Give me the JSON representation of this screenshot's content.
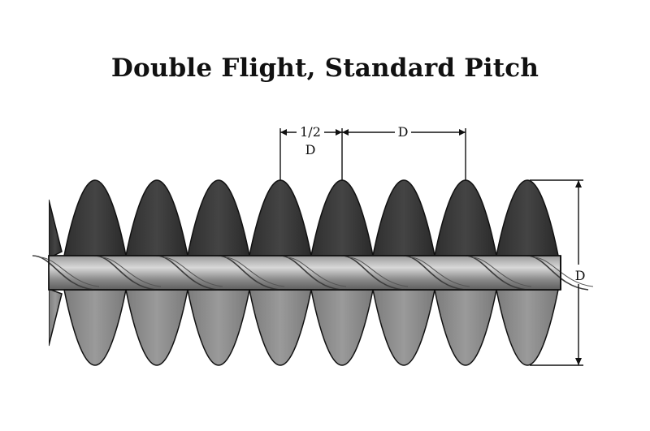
{
  "title": "Double Flight, Standard Pitch",
  "labels": {
    "half_pitch_top": "1/2",
    "half_pitch_bottom": "D",
    "pitch": "D",
    "diameter": "D"
  },
  "colors": {
    "flight_dark": "#3a3a3a",
    "flight_light": "#8c8c8c",
    "shaft_light": "#cfcfcf",
    "shaft_dark": "#6e6e6e",
    "outline": "#111111"
  }
}
